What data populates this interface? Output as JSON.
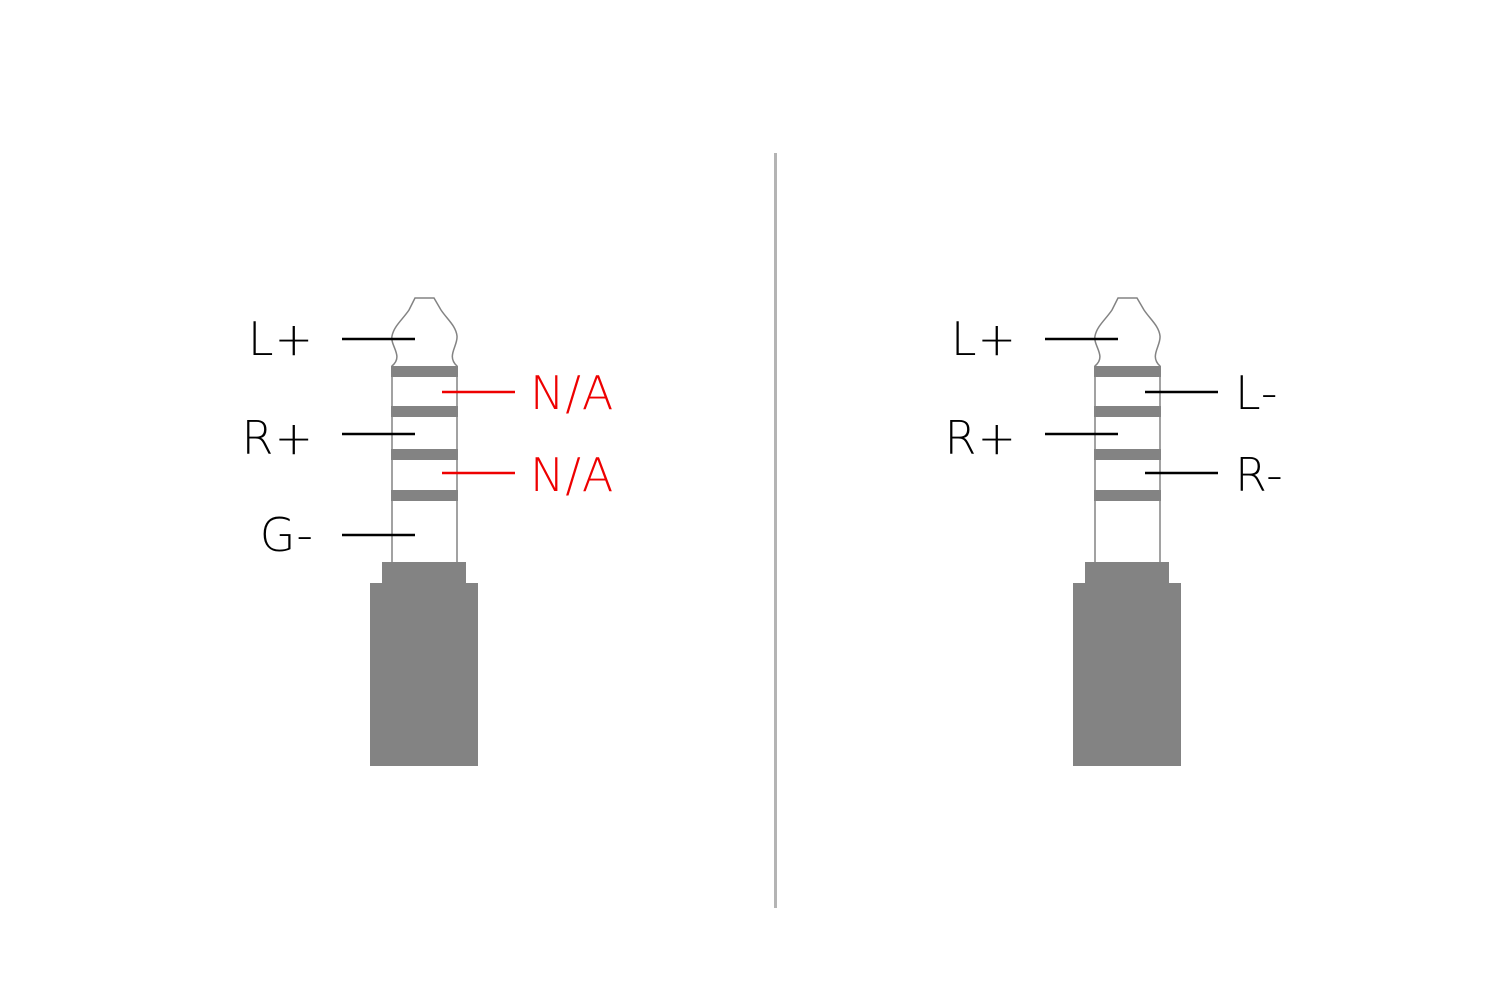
{
  "colors": {
    "background": "#ffffff",
    "plug_body": "#838383",
    "plug_outline": "#838383",
    "ring_band": "#838383",
    "divider": "#b4b4b4",
    "label_default": "#000000",
    "label_unused": "#ee0000"
  },
  "left_plug": {
    "labels": {
      "tip": "L+",
      "ring1": "N/A",
      "ring2": "R+",
      "ring3": "N/A",
      "sleeve": "G-"
    }
  },
  "right_plug": {
    "labels": {
      "tip": "L+",
      "ring1": "L-",
      "ring2": "R+",
      "ring3": "R-"
    }
  }
}
